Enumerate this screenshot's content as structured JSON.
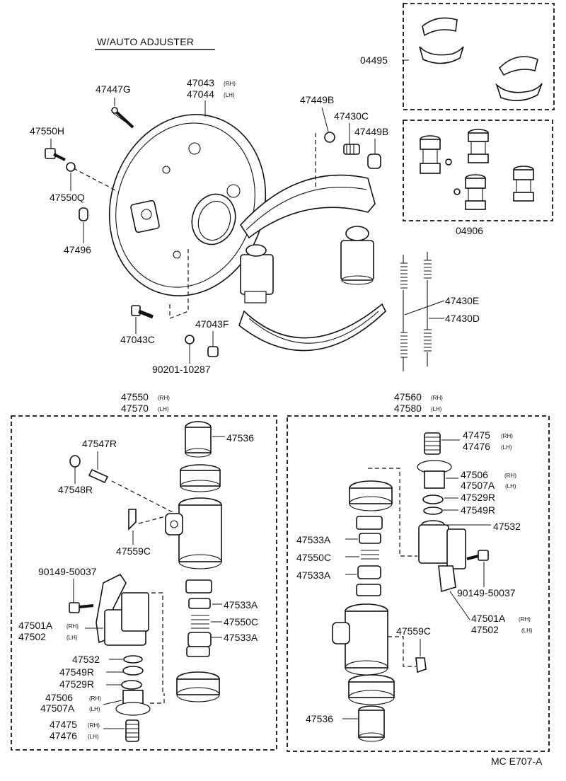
{
  "title": "W/AUTO ADJUSTER",
  "footer_code": "MC E707-A",
  "labels": {
    "l04495": "04495",
    "l04906": "04906",
    "l47447G": "47447G",
    "l47043": "47043",
    "l47044": "47044",
    "l47550H": "47550H",
    "l47550Q": "47550Q",
    "l47496": "47496",
    "l47449B_a": "47449B",
    "l47430C": "47430C",
    "l47449B_b": "47449B",
    "l47430E": "47430E",
    "l47430D": "47430D",
    "l47043C": "47043C",
    "l47043F": "47043F",
    "l90201": "90201-10287",
    "l47550": "47550",
    "l47570": "47570",
    "l47560": "47560",
    "l47580": "47580",
    "l47536_l": "47536",
    "l47547R": "47547R",
    "l47548R": "47548R",
    "l47559C_l": "47559C",
    "l90149_l": "90149-50037",
    "l47501A_l": "47501A",
    "l47502_l": "47502",
    "l47533A_l1": "47533A",
    "l47550C_l": "47550C",
    "l47533A_l2": "47533A",
    "l47532_l": "47532",
    "l47549R_l": "47549R",
    "l47529R_l": "47529R",
    "l47506_l": "47506",
    "l47507A_l": "47507A",
    "l47475_l": "47475",
    "l47476_l": "47476",
    "l47475_r": "47475",
    "l47476_r": "47476",
    "l47506_r": "47506",
    "l47507A_r": "47507A",
    "l47529R_r": "47529R",
    "l47549R_r": "47549R",
    "l47532_r": "47532",
    "l47533A_r1": "47533A",
    "l47550C_r": "47550C",
    "l47533A_r2": "47533A",
    "l90149_r": "90149-50037",
    "l47501A_r": "47501A",
    "l47502_r": "47502",
    "l47559C_r": "47559C",
    "l47536_r": "47536"
  },
  "qualifiers": {
    "rh": "(RH)",
    "lh": "(LH)",
    "rh_plain": "RH",
    "lh_plain": "LH"
  }
}
